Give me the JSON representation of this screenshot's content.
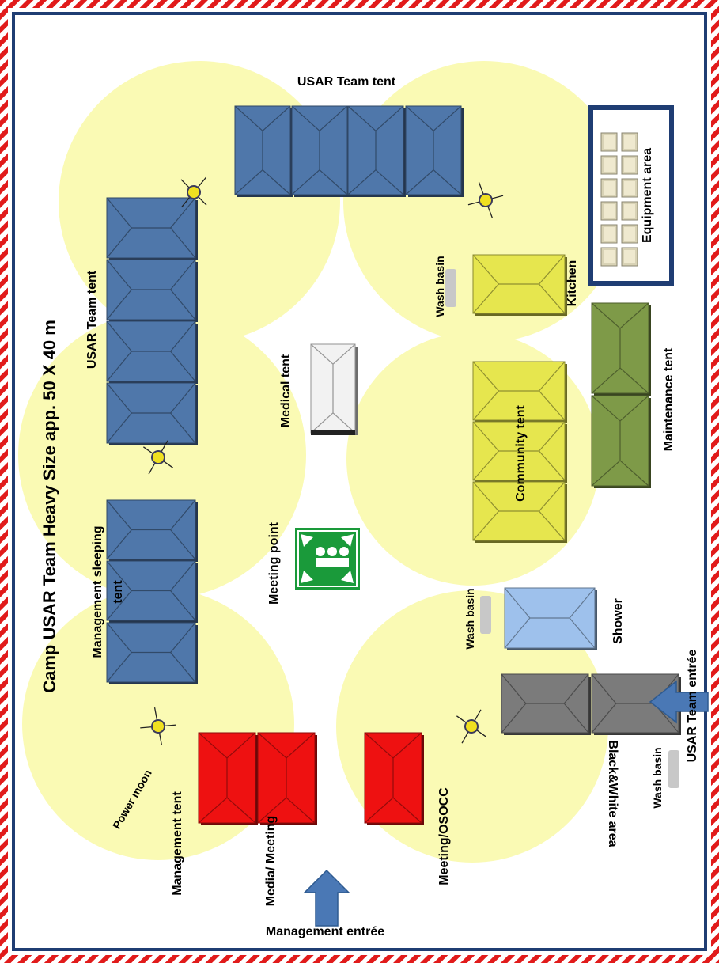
{
  "title": "Camp USAR Team Heavy Size app. 50 X 40 m",
  "labels": {
    "usar_tent_top": "USAR Team tent",
    "usar_tent_left": "USAR Team tent",
    "management_sleeping": "Management sleeping",
    "management_sleeping_2": "tent",
    "medical_tent": "Medical tent",
    "meeting_point": "Meeting point",
    "equipment_area": "Equipment area",
    "kitchen": "Kitchen",
    "wash_basin_kitchen": "Wash basin",
    "maintenance_tent": "Maintenance tent",
    "community_tent": "Community tent",
    "wash_basin_shower": "Wash basin",
    "shower": "Shower",
    "black_white_area": "Black&White area",
    "usar_team_entree": "USAR Team entrée",
    "wash_basin_entrance": "Wash basin",
    "power_moon": "Power moon",
    "management_tent": "Management tent",
    "media_meeting": "Media/ Meeting",
    "meeting_osocc": "Meeting/OSOCC",
    "management_entree": "Management entrée"
  },
  "colors": {
    "usar_blue": "#4f77aa",
    "management_red": "#ee1111",
    "community_yellow": "#e6e64e",
    "maintenance_green": "#7e9a48",
    "shower_blue": "#9ec1ec",
    "bw_gray": "#7b7b7b",
    "medical_white": "#f2f2f2",
    "light_zone": "#fafab4",
    "fence_red": "#e11b1b",
    "border_navy": "#1f3d73",
    "arrow_blue": "#4a78b5",
    "meeting_green": "#1a9a3a"
  },
  "icons": {
    "meeting_point": "assembly-point-icon",
    "light": "power-moon-light-icon",
    "arrow": "arrow-icon"
  }
}
